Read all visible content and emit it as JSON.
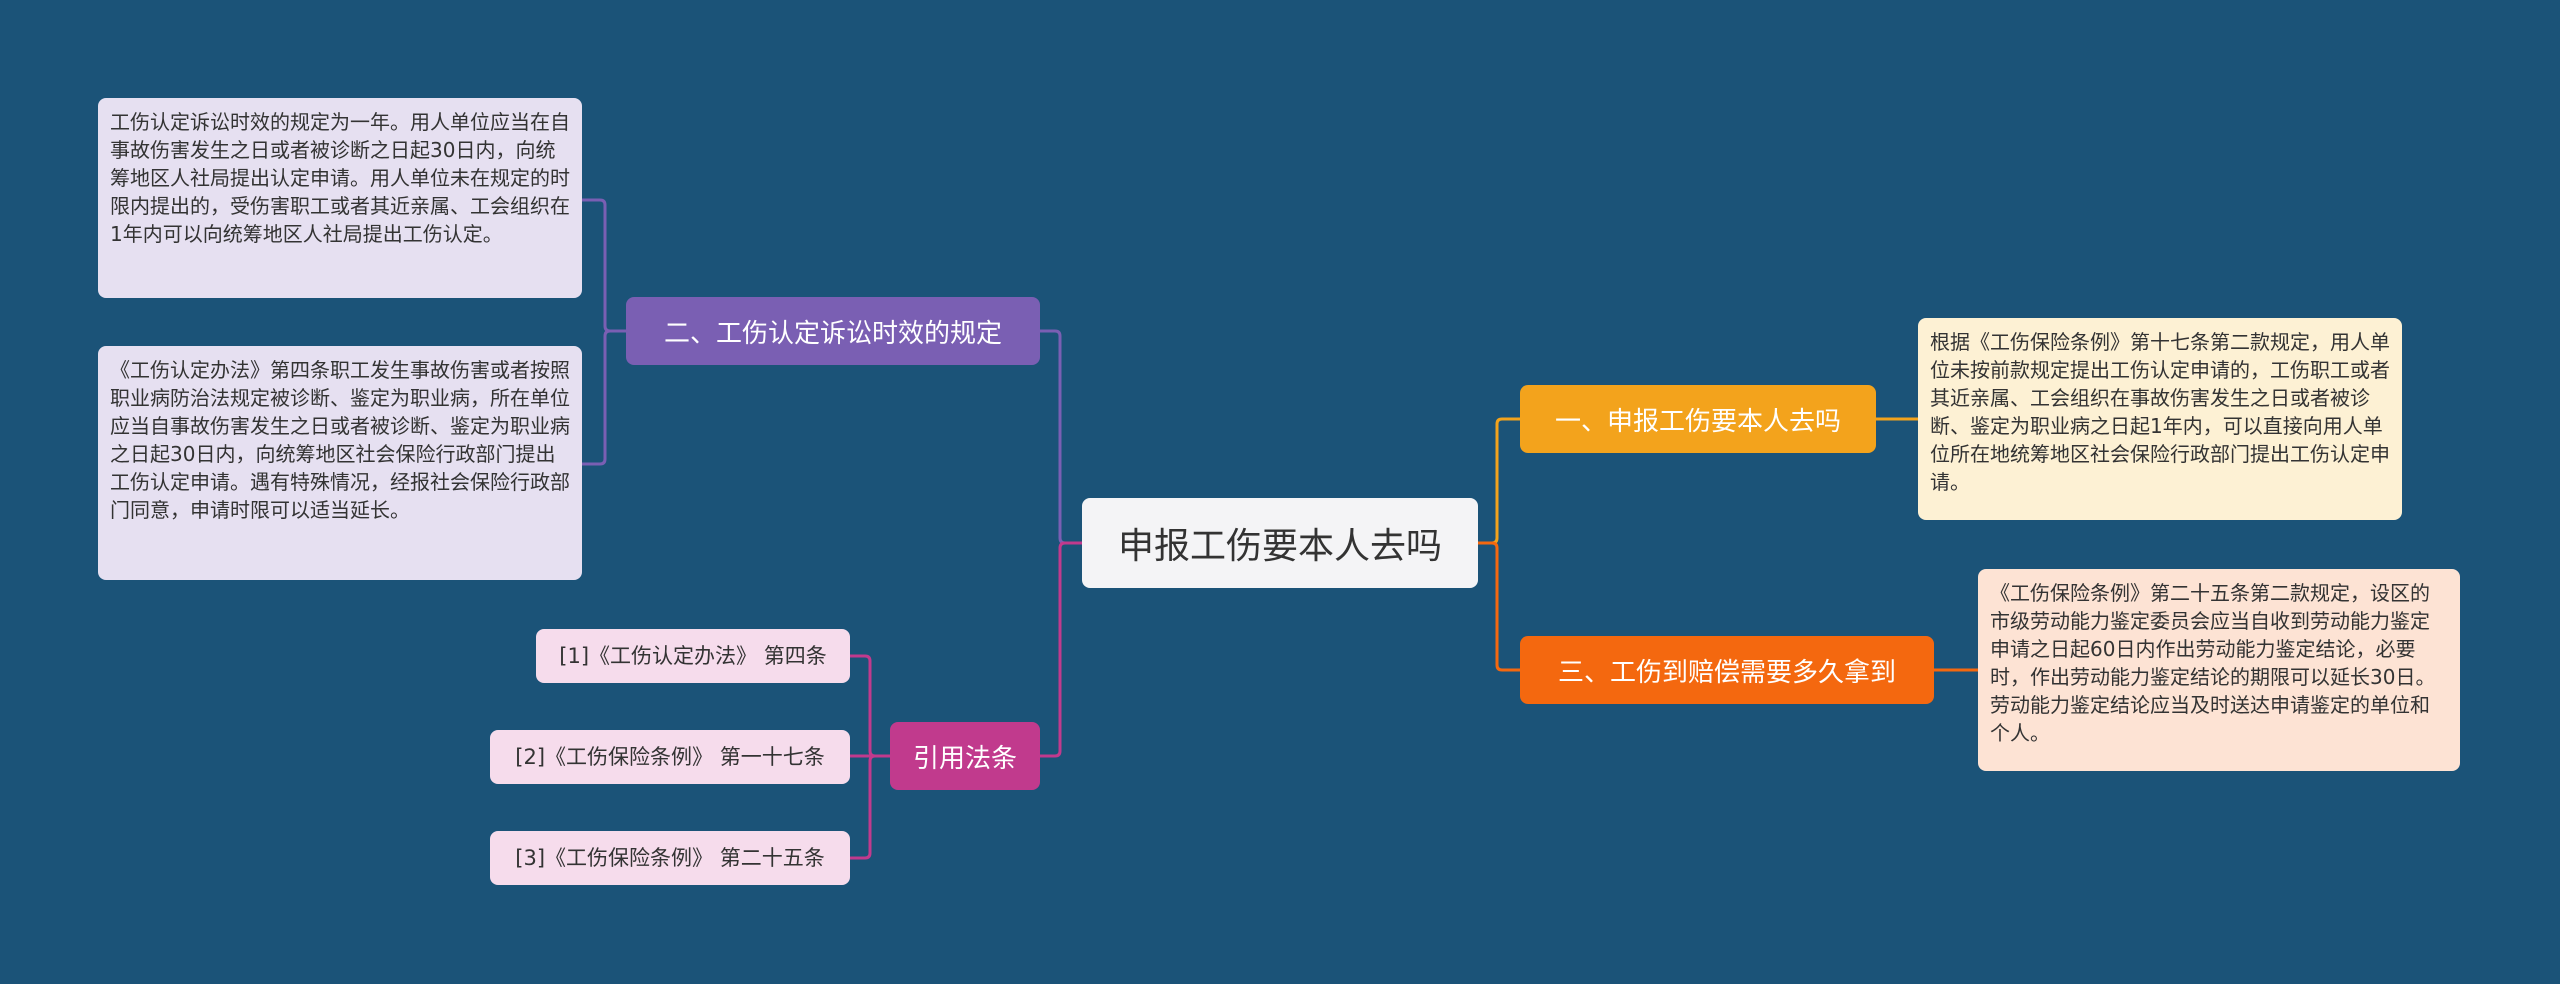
{
  "root": {
    "label": "申报工伤要本人去吗"
  },
  "branches": {
    "statute": {
      "label": "二、工伤认定诉讼时效的规定",
      "color": "#7a5fb3"
    },
    "citations": {
      "label": "引用法条",
      "color": "#c13a8d"
    },
    "self_apply": {
      "label": "一、申报工伤要本人去吗",
      "color": "#f3a31c"
    },
    "compensation": {
      "label": "三、工伤到赔偿需要多久拿到",
      "color": "#f4680f"
    }
  },
  "leaves": {
    "statute_1": "工伤认定诉讼时效的规定为一年。用人单位应当在自事故伤害发生之日或者被诊断之日起30日内，向统筹地区人社局提出认定申请。用人单位未在规定的时限内提出的，受伤害职工或者其近亲属、工会组织在1年内可以向统筹地区人社局提出工伤认定。",
    "statute_2": "《工伤认定办法》第四条职工发生事故伤害或者按照职业病防治法规定被诊断、鉴定为职业病，所在单位应当自事故伤害发生之日或者被诊断、鉴定为职业病之日起30日内，向统筹地区社会保险行政部门提出工伤认定申请。遇有特殊情况，经报社会保险行政部门同意，申请时限可以适当延长。",
    "citation_1": "[1]《工伤认定办法》 第四条",
    "citation_2": "[2]《工伤保险条例》 第一十七条",
    "citation_3": "[3]《工伤保险条例》 第二十五条",
    "self_apply_1": "根据《工伤保险条例》第十七条第二款规定，用人单位未按前款规定提出工伤认定申请的，工伤职工或者其近亲属、工会组织在事故伤害发生之日或者被诊断、鉴定为职业病之日起1年内，可以直接向用人单位所在地统筹地区社会保险行政部门提出工伤认定申请。",
    "compensation_1": "《工伤保险条例》第二十五条第二款规定，设区的市级劳动能力鉴定委员会应当自收到劳动能力鉴定申请之日起60日内作出劳动能力鉴定结论，必要时，作出劳动能力鉴定结论的期限可以延长30日。劳动能力鉴定结论应当及时送达申请鉴定的单位和个人。"
  },
  "colors": {
    "background": "#1b5378",
    "purple_link": "#7a5fb3",
    "pink_link": "#c13a8d",
    "yellow_link": "#f3a31c",
    "orange_link": "#f4680f"
  }
}
